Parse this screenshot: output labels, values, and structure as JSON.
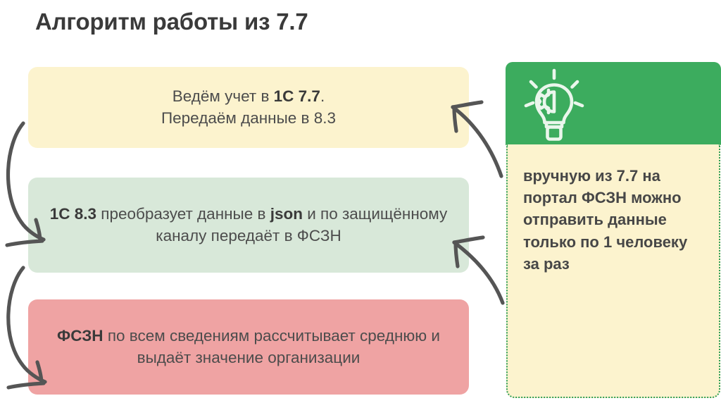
{
  "slide": {
    "title": "Алгоритм работы из 7.7",
    "background_color": "#ffffff"
  },
  "flow": {
    "boxes": [
      {
        "id": "box-1",
        "color": "#fcf3ce",
        "line1_pre": "Ведём учет в ",
        "line1_bold": "1С 7.7",
        "line1_post": ".",
        "line2": "Передаём данные в 8.3",
        "plain_text": "Ведём учет в 1С 7.7. Передаём данные в 8.3"
      },
      {
        "id": "box-2",
        "color": "#d8e8d9",
        "bold1": "1С 8.3",
        "mid1": " преобразует данные в ",
        "bold2": "json",
        "mid2": " и по защищённому каналу передаёт в ФСЗН",
        "plain_text": "1С 8.3 преобразует данные в json и по защищённому каналу передаёт в ФСЗН"
      },
      {
        "id": "box-3",
        "color": "#efa3a3",
        "bold1": "ФСЗН",
        "rest": " по всем сведениям рассчитывает среднюю и выдаёт значение организации",
        "plain_text": "ФСЗН по всем сведениям рассчитывает среднюю и выдаёт значение организации"
      }
    ]
  },
  "tip_card": {
    "header_color": "#3cac5e",
    "body_color": "#fcf3ce",
    "border_color": "#2e9e56",
    "icon": "lightbulb-gear-icon",
    "text": "вручную из 7.7 на портал ФСЗН можно отправить данные только по 1 человеку за раз"
  },
  "arrows": {
    "color": "#555555",
    "items": [
      {
        "name": "arrow-box1-to-box2",
        "direction": "down-left-curve"
      },
      {
        "name": "arrow-box2-to-box3",
        "direction": "down-left-curve"
      },
      {
        "name": "arrow-tip-to-box1",
        "direction": "up-left-curve"
      },
      {
        "name": "arrow-tip-to-box2",
        "direction": "up-left-curve"
      }
    ]
  }
}
